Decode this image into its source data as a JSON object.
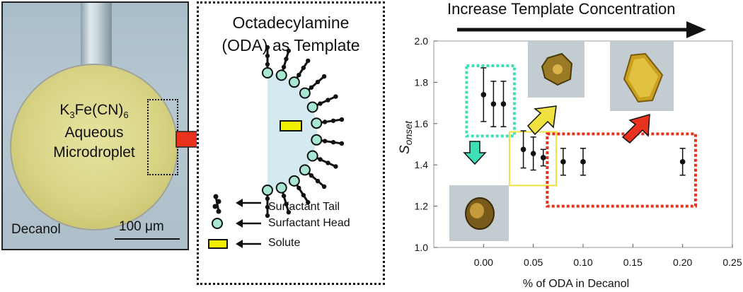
{
  "droplet_panel": {
    "label_line1_main": "K",
    "label_line1_sub1": "3",
    "label_line1_mid": "Fe(CN)",
    "label_line1_sub2": "6",
    "label_line2": "Aqueous",
    "label_line3": "Microdroplet",
    "medium": "Decanol",
    "scale": "100 μm"
  },
  "template_panel": {
    "title_line1": "Octadecylamine",
    "title_line2": "(ODA) as Template",
    "legend": [
      {
        "label": "Surfactant Tail"
      },
      {
        "label": "Surfactant Head"
      },
      {
        "label": "Solute"
      }
    ],
    "colors": {
      "head": "#a8e6d4",
      "solute": "#f2ee00",
      "arrow": "#e8321e"
    }
  },
  "banner": "Increase Template Concentration",
  "chart_data": {
    "type": "scatter",
    "xlabel": "% of ODA in Decanol",
    "ylabel": "S",
    "ylabel_sub": "onset",
    "xlim": [
      -0.05,
      0.25
    ],
    "ylim": [
      1.0,
      2.0
    ],
    "xticks": [
      0.0,
      0.05,
      0.1,
      0.15,
      0.2,
      0.25
    ],
    "xtick_labels": [
      "0.00",
      "0.05",
      "0.10",
      "0.15",
      "0.20",
      "0.25"
    ],
    "yticks": [
      1.0,
      1.2,
      1.4,
      1.6,
      1.8,
      2.0
    ],
    "ytick_labels": [
      "1.0",
      "1.2",
      "1.4",
      "1.6",
      "1.8",
      "2.0"
    ],
    "grid": false,
    "points": [
      {
        "x": 0.0,
        "y": 1.74,
        "err": 0.13
      },
      {
        "x": 0.01,
        "y": 1.695,
        "err": 0.11
      },
      {
        "x": 0.02,
        "y": 1.695,
        "err": 0.11
      },
      {
        "x": 0.04,
        "y": 1.475,
        "err": 0.09
      },
      {
        "x": 0.05,
        "y": 1.455,
        "err": 0.08
      },
      {
        "x": 0.06,
        "y": 1.435,
        "err": 0.04
      },
      {
        "x": 0.08,
        "y": 1.415,
        "err": 0.065
      },
      {
        "x": 0.1,
        "y": 1.415,
        "err": 0.065
      },
      {
        "x": 0.2,
        "y": 1.415,
        "err": 0.065
      }
    ],
    "group_colors": {
      "low": "#3fe0b8",
      "mid": "#f0e040",
      "high": "#e8321e"
    }
  }
}
